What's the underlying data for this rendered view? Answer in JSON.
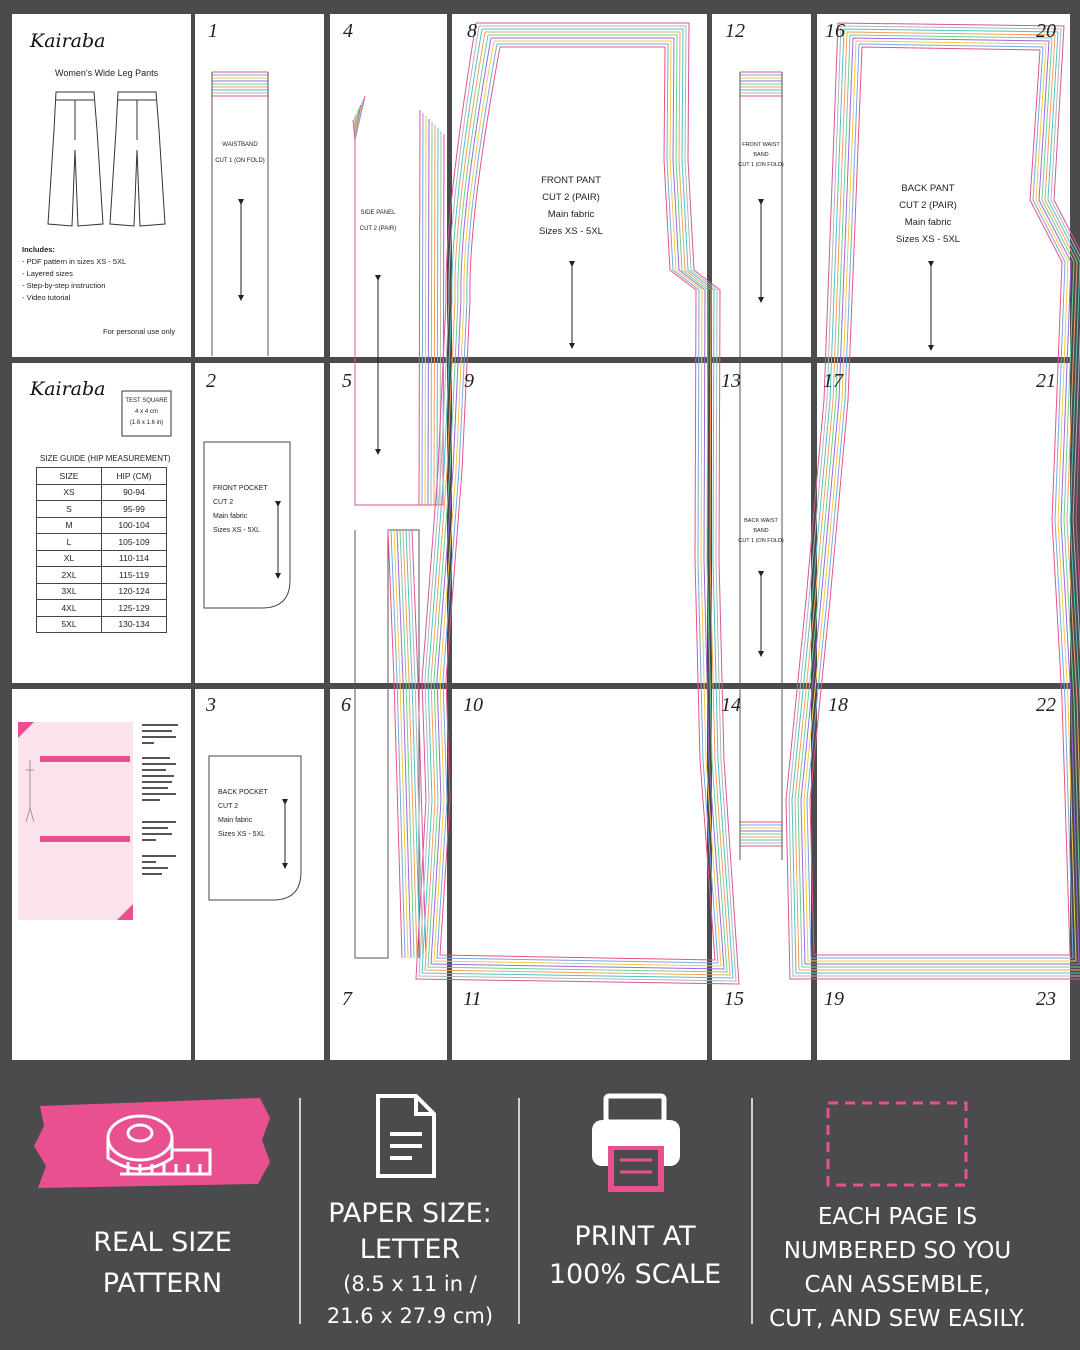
{
  "brand": "Kairaba",
  "cover": {
    "title": "Women's Wide Leg Pants",
    "includes_heading": "Includes:",
    "includes": [
      "- PDF pattern in sizes XS - 5XL",
      "- Layered sizes",
      "- Step-by-step instruction",
      "- Video tutorial"
    ],
    "note": "For personal use only"
  },
  "size_guide": {
    "test_square": [
      "TEST SQUARE",
      "4 x 4 cm",
      "(1.6 x 1.6 in)"
    ],
    "title": "SIZE GUIDE (HIP MEASUREMENT)",
    "headers": [
      "SIZE",
      "HIP (CM)"
    ],
    "rows": [
      [
        "XS",
        "90-94"
      ],
      [
        "S",
        "95-99"
      ],
      [
        "M",
        "100-104"
      ],
      [
        "L",
        "105-109"
      ],
      [
        "XL",
        "110-114"
      ],
      [
        "2XL",
        "115-119"
      ],
      [
        "3XL",
        "120-124"
      ],
      [
        "4XL",
        "125-129"
      ],
      [
        "5XL",
        "130-134"
      ]
    ]
  },
  "page_numbers": [
    "1",
    "2",
    "3",
    "4",
    "5",
    "6",
    "7",
    "8",
    "9",
    "10",
    "11",
    "12",
    "13",
    "14",
    "15",
    "16",
    "17",
    "18",
    "19",
    "20",
    "21",
    "22",
    "23"
  ],
  "pieces": {
    "waistband": [
      "WAISTBAND",
      "CUT 1 (ON FOLD)"
    ],
    "side_panel": [
      "SIDE PANEL",
      "CUT 2 (PAIR)"
    ],
    "front_pocket": [
      "FRONT POCKET",
      "CUT 2",
      "Main fabric",
      "Sizes XS - 5XL"
    ],
    "back_pocket": [
      "BACK POCKET",
      "CUT 2",
      "Main fabric",
      "Sizes XS - 5XL"
    ],
    "front_pant": [
      "FRONT PANT",
      "CUT 2 (PAIR)",
      "Main fabric",
      "Sizes XS - 5XL"
    ],
    "front_waist_band": [
      "FRONT WAIST",
      "BAND",
      "CUT 1 (ON FOLD)"
    ],
    "back_waist_band": [
      "BACK WAIST",
      "BAND",
      "CUT 1 (ON FOLD)"
    ],
    "back_pant": [
      "BACK PANT",
      "CUT 2 (PAIR)",
      "Main fabric",
      "Sizes XS - 5XL"
    ]
  },
  "features": [
    {
      "icon": "measuring-tape-icon",
      "lines": [
        "REAL SIZE",
        "PATTERN"
      ]
    },
    {
      "icon": "document-icon",
      "lines": [
        "PAPER SIZE:",
        "LETTER"
      ],
      "sub": [
        "(8.5 x 11 in /",
        "21.6 x 27.9 cm)"
      ]
    },
    {
      "icon": "printer-icon",
      "lines": [
        "PRINT AT",
        "100% SCALE"
      ]
    },
    {
      "icon": "dashed-page-icon",
      "lines": [
        "EACH PAGE IS",
        "NUMBERED SO YOU",
        "CAN ASSEMBLE,",
        "CUT, AND SEW EASILY."
      ]
    }
  ],
  "colors": {
    "accent": "#e8508f",
    "background": "#4b4b4d",
    "paper": "#ffffff"
  }
}
